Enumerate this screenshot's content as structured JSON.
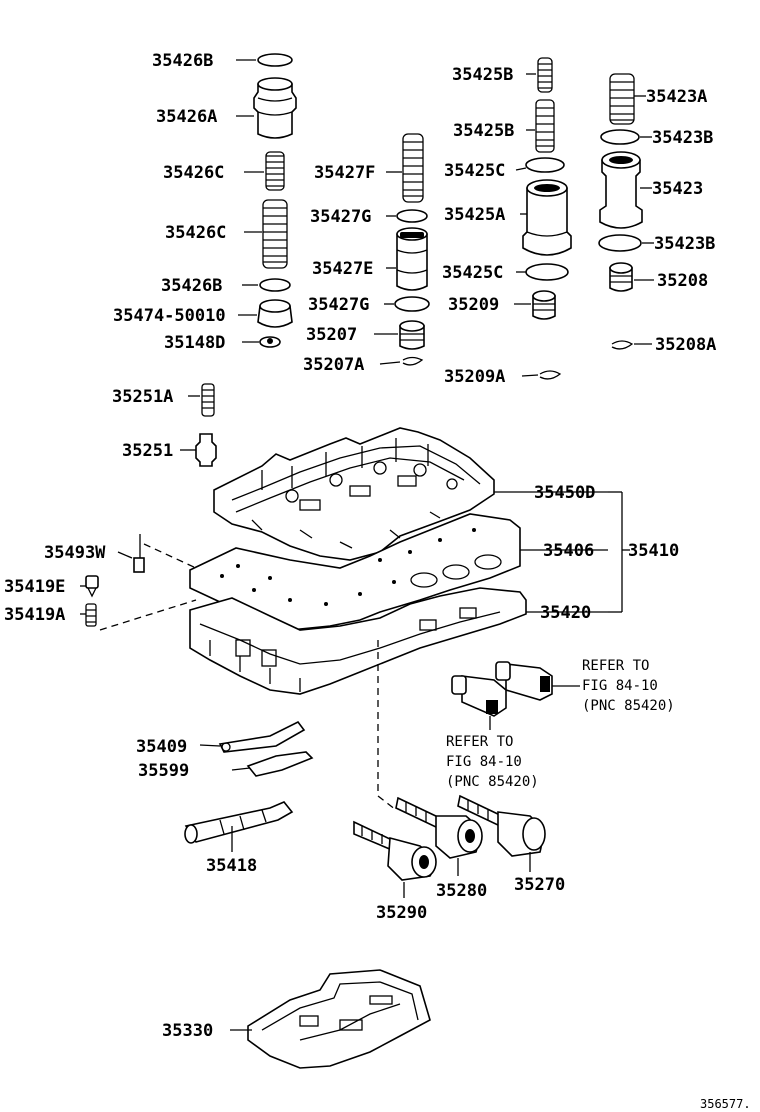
{
  "labels": {
    "p35426B_top": "35426B",
    "p35426A": "35426A",
    "p35426C_top": "35426C",
    "p35426C_bot": "35426C",
    "p35426B_bot": "35426B",
    "p35474": "35474-50010",
    "p35148D": "35148D",
    "p35427F": "35427F",
    "p35427G_top": "35427G",
    "p35427E": "35427E",
    "p35427G_bot": "35427G",
    "p35207": "35207",
    "p35207A": "35207A",
    "p35425B_top": "35425B",
    "p35425B_bot": "35425B",
    "p35425C_top": "35425C",
    "p35425A": "35425A",
    "p35425C_bot": "35425C",
    "p35209": "35209",
    "p35209A": "35209A",
    "p35423A": "35423A",
    "p35423B_top": "35423B",
    "p35423": "35423",
    "p35423B_bot": "35423B",
    "p35208": "35208",
    "p35208A": "35208A",
    "p35251A": "35251A",
    "p35251": "35251",
    "p35450D": "35450D",
    "p35406": "35406",
    "p35410": "35410",
    "p35420": "35420",
    "p35493W": "35493W",
    "p35419E": "35419E",
    "p35419A": "35419A",
    "p35409": "35409",
    "p35599": "35599",
    "p35418": "35418",
    "p35290": "35290",
    "p35280": "35280",
    "p35270": "35270",
    "p35330": "35330"
  },
  "refer_right": {
    "line1": "REFER TO",
    "line2": "FIG 84-10",
    "line3": "(PNC 85420)"
  },
  "refer_left": {
    "line1": "REFER TO",
    "line2": "FIG 84-10",
    "line3": "(PNC 85420)"
  },
  "figure_number": "356577."
}
